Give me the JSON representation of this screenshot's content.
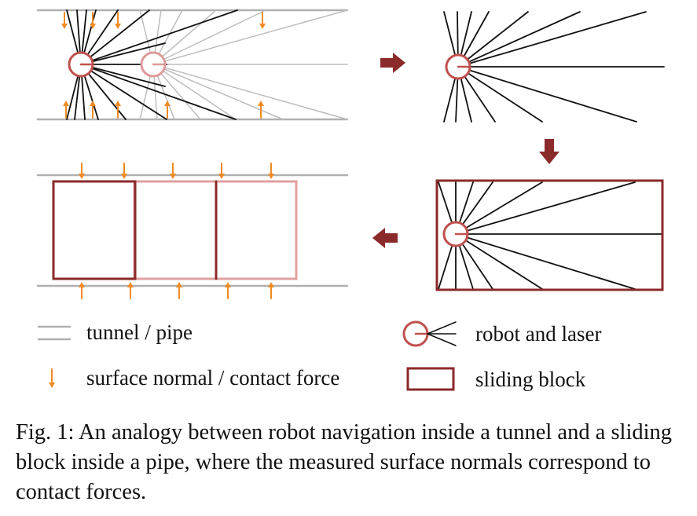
{
  "colors": {
    "tunnel": "#b0b0b0",
    "ray_dark": "#111111",
    "ray_light": "#bdbdbd",
    "normal_arrow": "#f08a24",
    "robot": "#c0504d",
    "robot_ghost": "#de9a9a",
    "block": "#8b2a2a",
    "block_light": "#e0a0a0",
    "flow_arrow": "#8b2a2a"
  },
  "legend": {
    "tunnel": {
      "icon": "double-gray-lines",
      "label": "tunnel / pipe"
    },
    "normal": {
      "icon": "orange-down-arrow",
      "label": "surface normal / contact force"
    },
    "robot": {
      "icon": "robot-circle-with-rays",
      "label": "robot and laser"
    },
    "block": {
      "icon": "dark-red-rectangle",
      "label": "sliding block"
    }
  },
  "caption": "Fig. 1: An analogy between robot navigation inside a tunnel and a sliding block inside a pipe, where the measured surface normals correspond to contact forces."
}
